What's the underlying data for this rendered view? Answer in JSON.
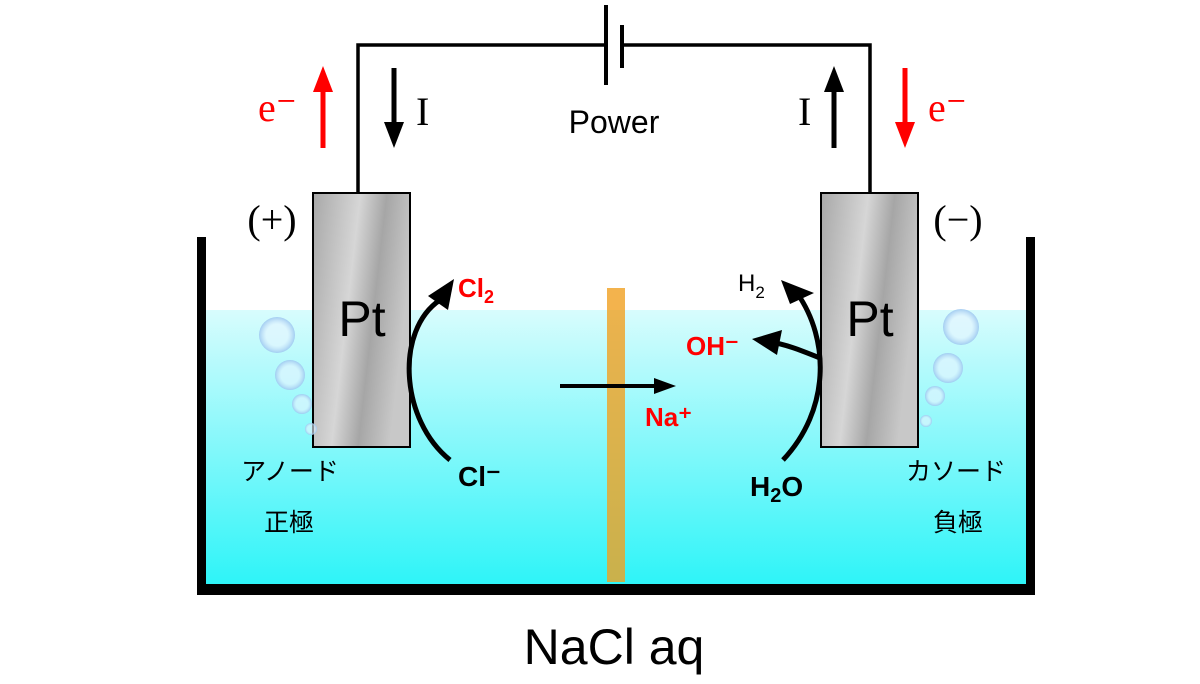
{
  "power_label": "Power",
  "current_label": "I",
  "electron_label": "e⁻",
  "anode": {
    "sign": "(+)",
    "material": "Pt",
    "name": "アノード",
    "pole": "正極"
  },
  "cathode": {
    "sign": "(−)",
    "material": "Pt",
    "name": "カソード",
    "pole": "負極"
  },
  "species": {
    "cl2": "Cl",
    "cl2_sub": "2",
    "cl_minus": "Cl⁻",
    "na_plus": "Na⁺",
    "h2": "H",
    "h2_sub": "2",
    "oh_minus": "OH⁻",
    "h2o_h": "H",
    "h2o_sub": "2",
    "h2o_o": "O"
  },
  "solution_label": "NaCl aq",
  "colors": {
    "red": "#ff0000",
    "membrane": "#f0a020",
    "water_top": "#d8fcfd",
    "water_bottom": "#2df4f8"
  }
}
